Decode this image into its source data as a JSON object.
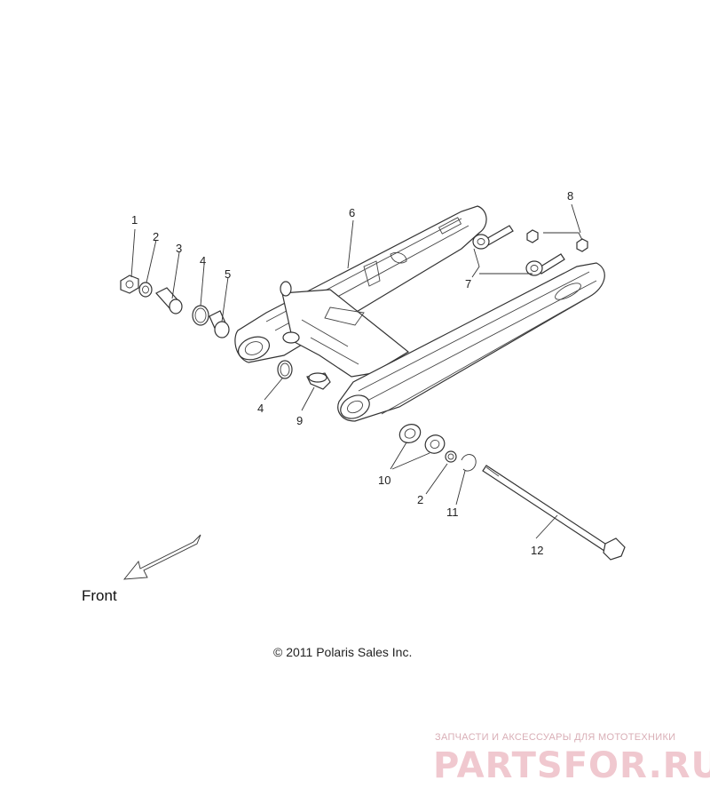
{
  "callouts": [
    {
      "id": "c1",
      "label": "1"
    },
    {
      "id": "c2a",
      "label": "2"
    },
    {
      "id": "c3",
      "label": "3"
    },
    {
      "id": "c4a",
      "label": "4"
    },
    {
      "id": "c5",
      "label": "5"
    },
    {
      "id": "c6",
      "label": "6"
    },
    {
      "id": "c7",
      "label": "7"
    },
    {
      "id": "c8",
      "label": "8"
    },
    {
      "id": "c4b",
      "label": "4"
    },
    {
      "id": "c9",
      "label": "9"
    },
    {
      "id": "c10",
      "label": "10"
    },
    {
      "id": "c2b",
      "label": "2"
    },
    {
      "id": "c11",
      "label": "11"
    },
    {
      "id": "c12",
      "label": "12"
    }
  ],
  "front_label": "Front",
  "copyright": "© 2011 Polaris Sales Inc.",
  "watermark": {
    "tagline": "ЗАПЧАСТИ И АКСЕССУАРЫ ДЛЯ МОТОТЕХНИКИ",
    "logo": "PARTSFOR.RU"
  },
  "colors": {
    "line": "#333333",
    "watermark": "#e8b4bd"
  }
}
